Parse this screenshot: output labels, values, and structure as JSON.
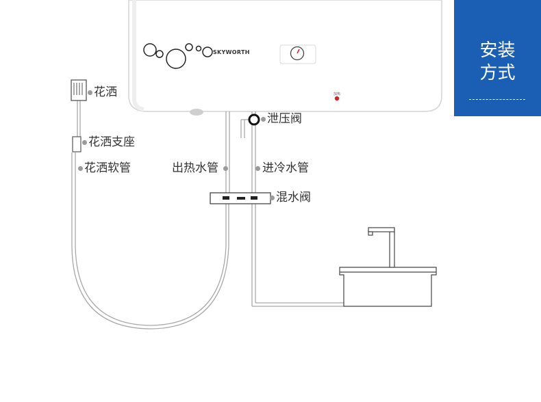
{
  "heater": {
    "brand": "SKYWORTH",
    "indicator_text": "加热"
  },
  "badge": {
    "line1": "安装",
    "line2": "方式",
    "icon": "wrench-screwdriver-icon",
    "color": "#1a5fb4"
  },
  "labels": {
    "shower_head": "花洒",
    "shower_holder": "花洒支座",
    "shower_hose": "花洒软管",
    "hot_pipe": "出热水管",
    "relief_valve": "泄压阀",
    "cold_pipe": "进冷水管",
    "mixing_valve": "混水阀"
  }
}
